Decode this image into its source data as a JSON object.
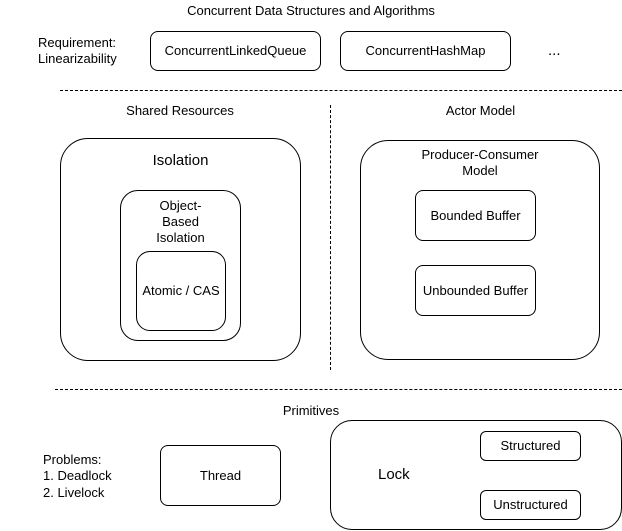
{
  "title": "Concurrent Data Structures and Algorithms",
  "requirement": {
    "line1": "Requirement:",
    "line2": "Linearizability"
  },
  "top_boxes": [
    "ConcurrentLinkedQueue",
    "ConcurrentHashMap"
  ],
  "ellipsis": "...",
  "shared": {
    "heading": "Shared Resources",
    "isolation": "Isolation",
    "object_based_line1": "Object-",
    "object_based_line2": "Based",
    "object_based_line3": "Isolation",
    "atomic": "Atomic / CAS"
  },
  "actor": {
    "heading": "Actor Model",
    "pc_line1": "Producer-Consumer",
    "pc_line2": "Model",
    "bounded": "Bounded Buffer",
    "unbounded": "Unbounded Buffer"
  },
  "primitives": {
    "heading": "Primitives",
    "problems_line1": "Problems:",
    "problems_line2": "1. Deadlock",
    "problems_line3": "2. Livelock",
    "thread": "Thread",
    "lock": "Lock",
    "structured": "Structured",
    "unstructured": "Unstructured"
  }
}
